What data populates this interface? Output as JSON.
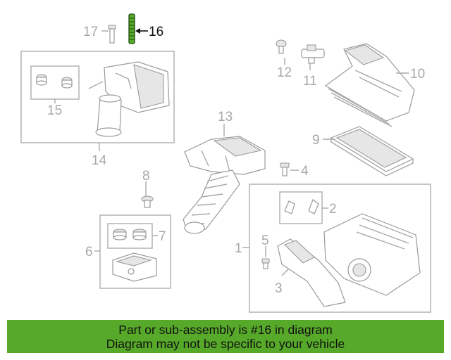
{
  "callouts": [
    "1",
    "2",
    "3",
    "4",
    "5",
    "6",
    "7",
    "8",
    "9",
    "10",
    "11",
    "12",
    "13",
    "14",
    "15",
    "16",
    "17"
  ],
  "highlight": {
    "part": "16",
    "color": "#57a92a"
  },
  "banner": {
    "line1": "Part or sub-assembly is #16 in diagram",
    "line2": "Diagram may not be specific to your vehicle",
    "color": "#57a92a"
  }
}
